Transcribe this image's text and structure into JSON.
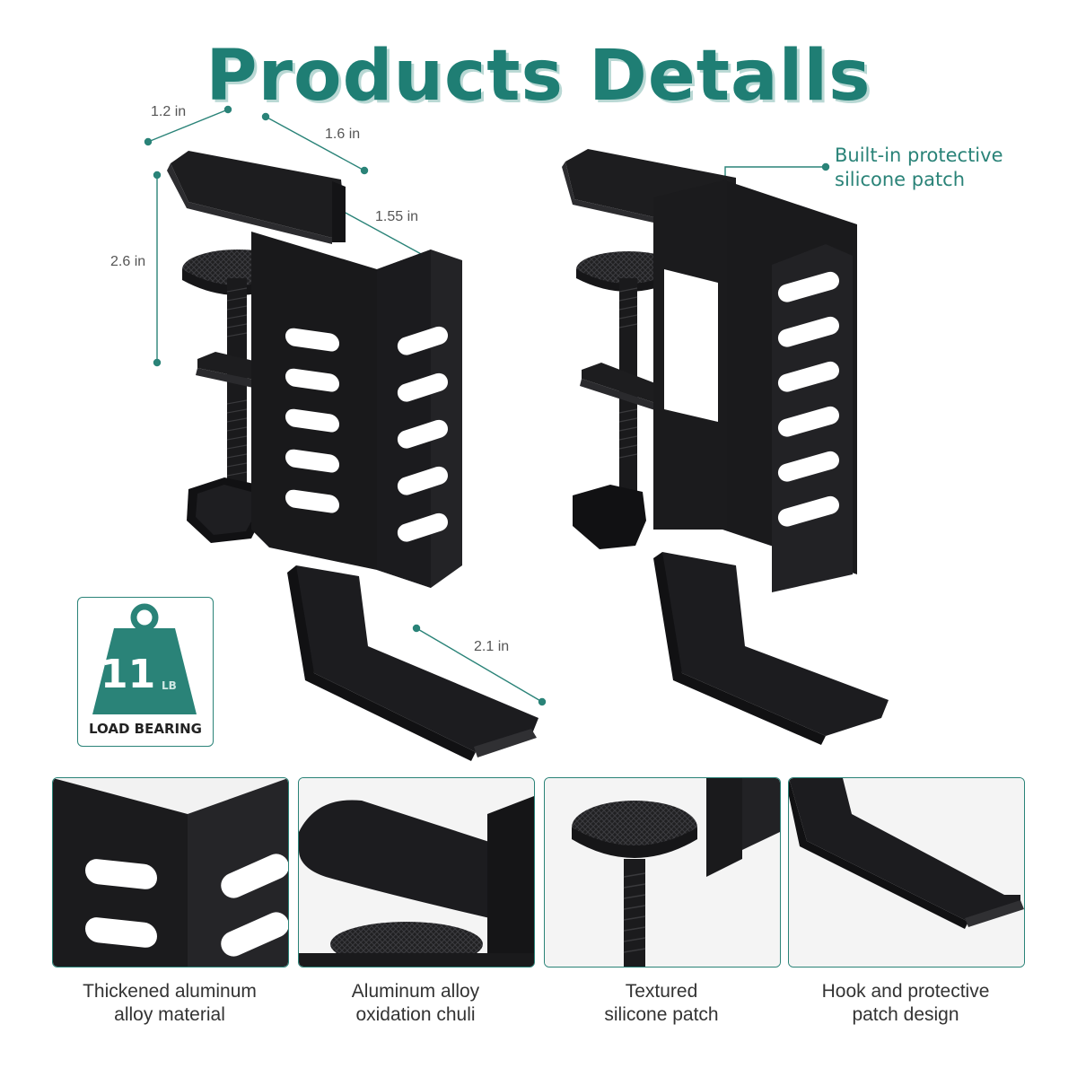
{
  "title": "Products Detalls",
  "dimensions": {
    "width_top": "1.2 in",
    "depth_top": "1.6 in",
    "inner_width": "1.55 in",
    "height": "2.6 in",
    "hook_length": "2.1 in"
  },
  "callout": {
    "line1": "Built-in protective",
    "line2": "silicone patch"
  },
  "badge": {
    "number": "11",
    "unit": "LB",
    "label": "LOAD BEARING"
  },
  "details": [
    {
      "line1": "Thickened aluminum",
      "line2": "alloy material"
    },
    {
      "line1": "Aluminum alloy",
      "line2": "oxidation chuli"
    },
    {
      "line1": "Textured",
      "line2": "silicone patch"
    },
    {
      "line1": "Hook and protective",
      "line2": "patch design"
    }
  ],
  "colors": {
    "accent": "#1f7e74",
    "accent_light": "#b9d8d4",
    "metal": "#1b1b1d",
    "metal_edge": "#3a3a3d"
  }
}
